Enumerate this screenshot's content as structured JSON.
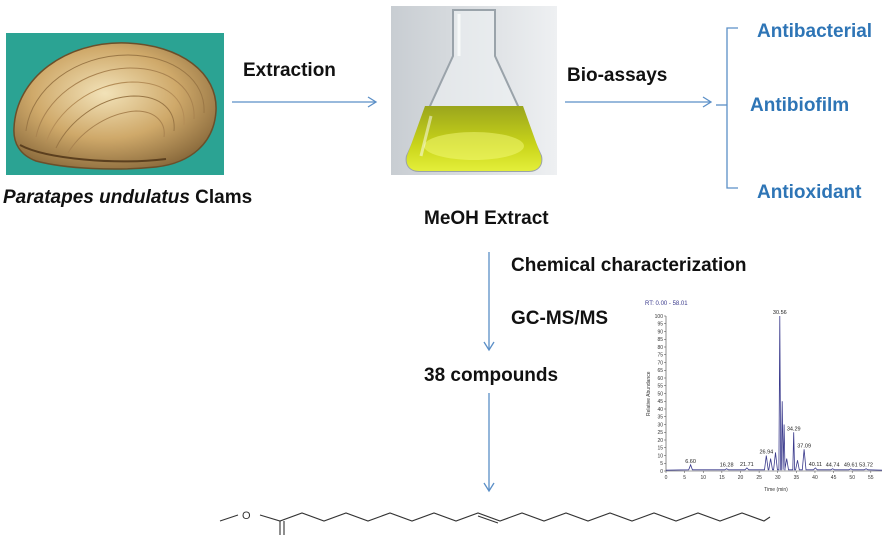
{
  "labels": {
    "extraction": "Extraction",
    "bioassays": "Bio-assays",
    "species_italic": "Paratapes undulatus",
    "species_suffix": " Clams",
    "meoh_extract": "MeOH Extract",
    "chemical": "Chemical characterization",
    "gcms": "GC-MS/MS",
    "compounds": "38 compounds"
  },
  "assays": [
    "Antibacterial",
    "Antibiofilm",
    "Antioxidant"
  ],
  "colors": {
    "accent_blue": "#2e75b6",
    "arrow": "#5b8fc7",
    "clam_bg": "#2ba393",
    "chart_line": "#3a3a8c"
  },
  "chart_data": {
    "type": "line",
    "title": "RT: 0.00 - 58.01",
    "xlabel": "Time (min)",
    "ylabel": "Relative Abundance",
    "xlim": [
      0,
      58
    ],
    "ylim": [
      0,
      100
    ],
    "x_ticks": [
      0,
      5,
      10,
      15,
      20,
      25,
      30,
      35,
      40,
      45,
      50,
      55
    ],
    "y_ticks": [
      0,
      5,
      10,
      15,
      20,
      25,
      30,
      35,
      40,
      45,
      50,
      55,
      60,
      65,
      70,
      75,
      80,
      85,
      90,
      95,
      100
    ],
    "peaks": [
      {
        "x": 6.6,
        "y": 4,
        "label": "6.60"
      },
      {
        "x": 16.28,
        "y": 1.5,
        "label": "16.28"
      },
      {
        "x": 21.71,
        "y": 2,
        "label": "21.71"
      },
      {
        "x": 26.94,
        "y": 10,
        "label": "26.94"
      },
      {
        "x": 28.1,
        "y": 8,
        "label": ""
      },
      {
        "x": 29.4,
        "y": 12,
        "label": ""
      },
      {
        "x": 30.56,
        "y": 100,
        "label": "30.56"
      },
      {
        "x": 31.2,
        "y": 45,
        "label": ""
      },
      {
        "x": 31.7,
        "y": 30,
        "label": ""
      },
      {
        "x": 32.4,
        "y": 8,
        "label": ""
      },
      {
        "x": 34.29,
        "y": 25,
        "label": "34.29"
      },
      {
        "x": 35.3,
        "y": 7,
        "label": ""
      },
      {
        "x": 37.09,
        "y": 14,
        "label": "37.09"
      },
      {
        "x": 40.11,
        "y": 2,
        "label": "40.11"
      },
      {
        "x": 44.74,
        "y": 1.5,
        "label": "44.74"
      },
      {
        "x": 49.61,
        "y": 1.5,
        "label": "49.61"
      },
      {
        "x": 53.72,
        "y": 1.5,
        "label": "53.72"
      }
    ]
  }
}
